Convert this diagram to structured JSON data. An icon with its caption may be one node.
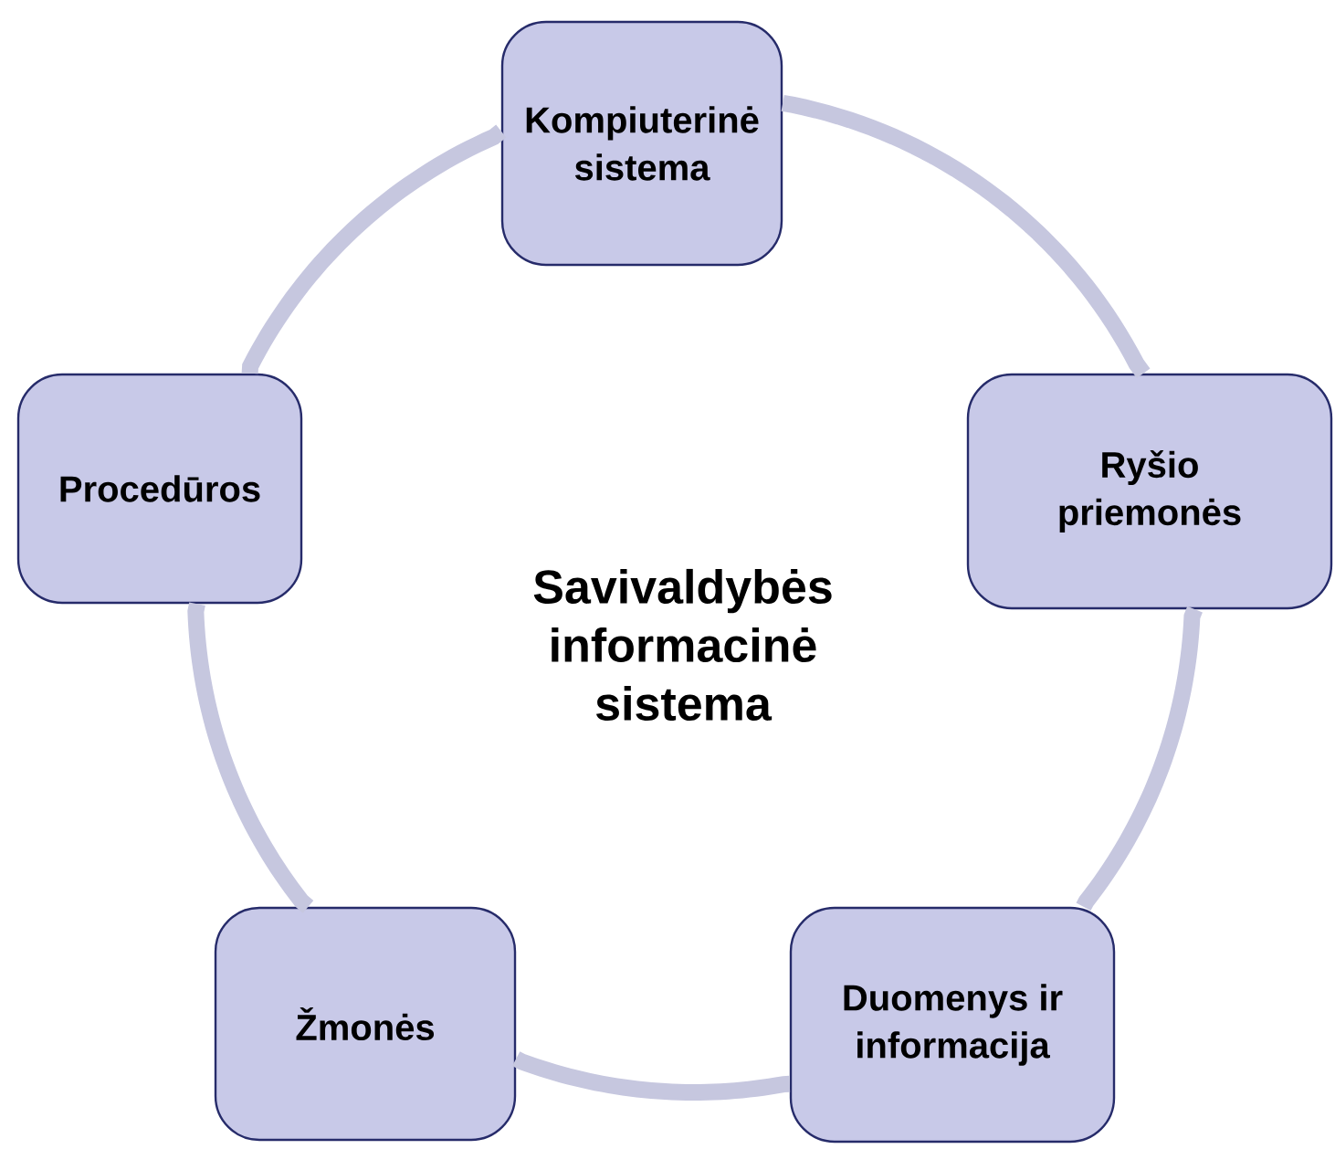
{
  "diagram": {
    "nodes": [
      {
        "text": [
          "Kompiuterinė sistema"
        ]
      },
      {
        "text": [
          "Procedūros"
        ]
      },
      {
        "text": [
          "Ryšio priemonės"
        ]
      },
      {
        "text": [
          "Žmonės"
        ]
      },
      {
        "text": [
          "Duomenys ir informacija"
        ]
      }
    ],
    "edges": [
      {
        "from": 0,
        "to": 2,
        "arrow": "none"
      },
      {
        "from": 2,
        "to": 4,
        "arrow": "none"
      },
      {
        "from": 4,
        "to": 3,
        "arrow": "none"
      },
      {
        "from": 3,
        "to": 1,
        "arrow": "none"
      },
      {
        "from": 1,
        "to": 0,
        "arrow": "none"
      }
    ],
    "labels": [
      "Savivaldybės informacinė sistema"
    ]
  }
}
